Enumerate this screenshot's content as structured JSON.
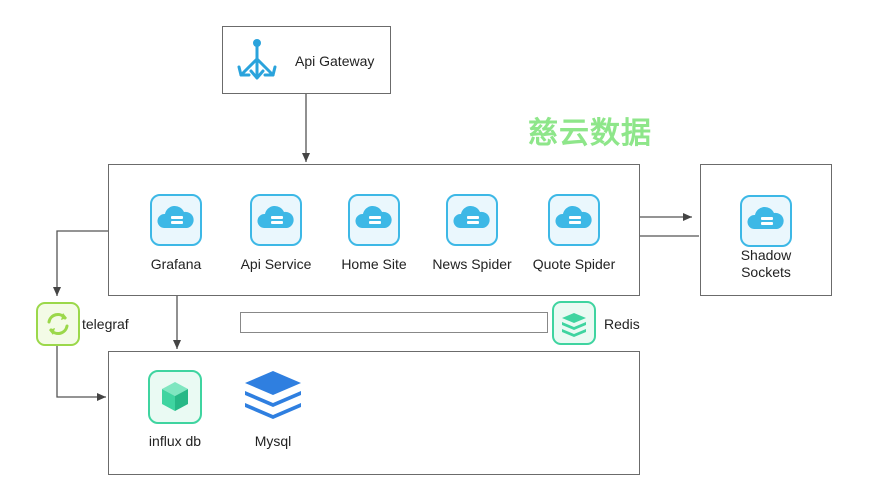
{
  "gateway": {
    "label": "Api Gateway",
    "icon": "api-gateway-icon"
  },
  "watermark": "慈云数据",
  "services": [
    {
      "label": "Grafana",
      "icon": "cloud-server-icon"
    },
    {
      "label": "Api Service",
      "icon": "cloud-server-icon"
    },
    {
      "label": "Home Site",
      "icon": "cloud-server-icon"
    },
    {
      "label": "News Spider",
      "icon": "cloud-server-icon"
    },
    {
      "label": "Quote Spider",
      "icon": "cloud-server-icon"
    }
  ],
  "shadowsocks": {
    "line1": "Shadow",
    "line2": "Sockets",
    "icon": "cloud-server-icon"
  },
  "telegraf": {
    "label": "telegraf",
    "icon": "sync-icon"
  },
  "redis": {
    "label": "Redis",
    "icon": "redis-stack-icon"
  },
  "storage": [
    {
      "label": "influx db",
      "icon": "influxdb-cube-icon"
    },
    {
      "label": "Mysql",
      "icon": "layers-stack-icon"
    }
  ],
  "colors": {
    "cloud": "#3db8e6",
    "cloud_bg": "#eaf7fd",
    "green": "#3fd4a0",
    "telegraf": "#9bd84a",
    "mysql": "#2f7fe0",
    "watermark": "#8ee68a"
  }
}
